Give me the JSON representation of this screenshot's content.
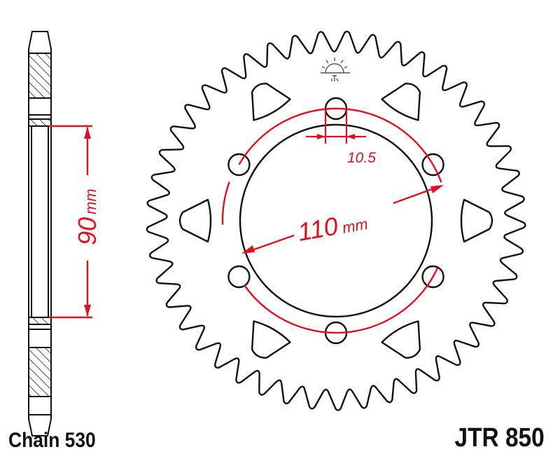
{
  "labels": {
    "chain": "Chain 530",
    "part_number": "JTR 850"
  },
  "dimensions": {
    "hub_height": {
      "value": "90",
      "unit": "mm"
    },
    "bolt_circle": {
      "value": "110",
      "unit": "mm"
    },
    "bolt_hole": {
      "value": "10.5"
    }
  },
  "sprocket": {
    "bolt_holes": 6,
    "lightening_slots": 6
  },
  "logo": {
    "name": "jt-sun-logo",
    "text": "JT"
  },
  "colors": {
    "outline": "#111111",
    "dimension": "#e0101e"
  }
}
